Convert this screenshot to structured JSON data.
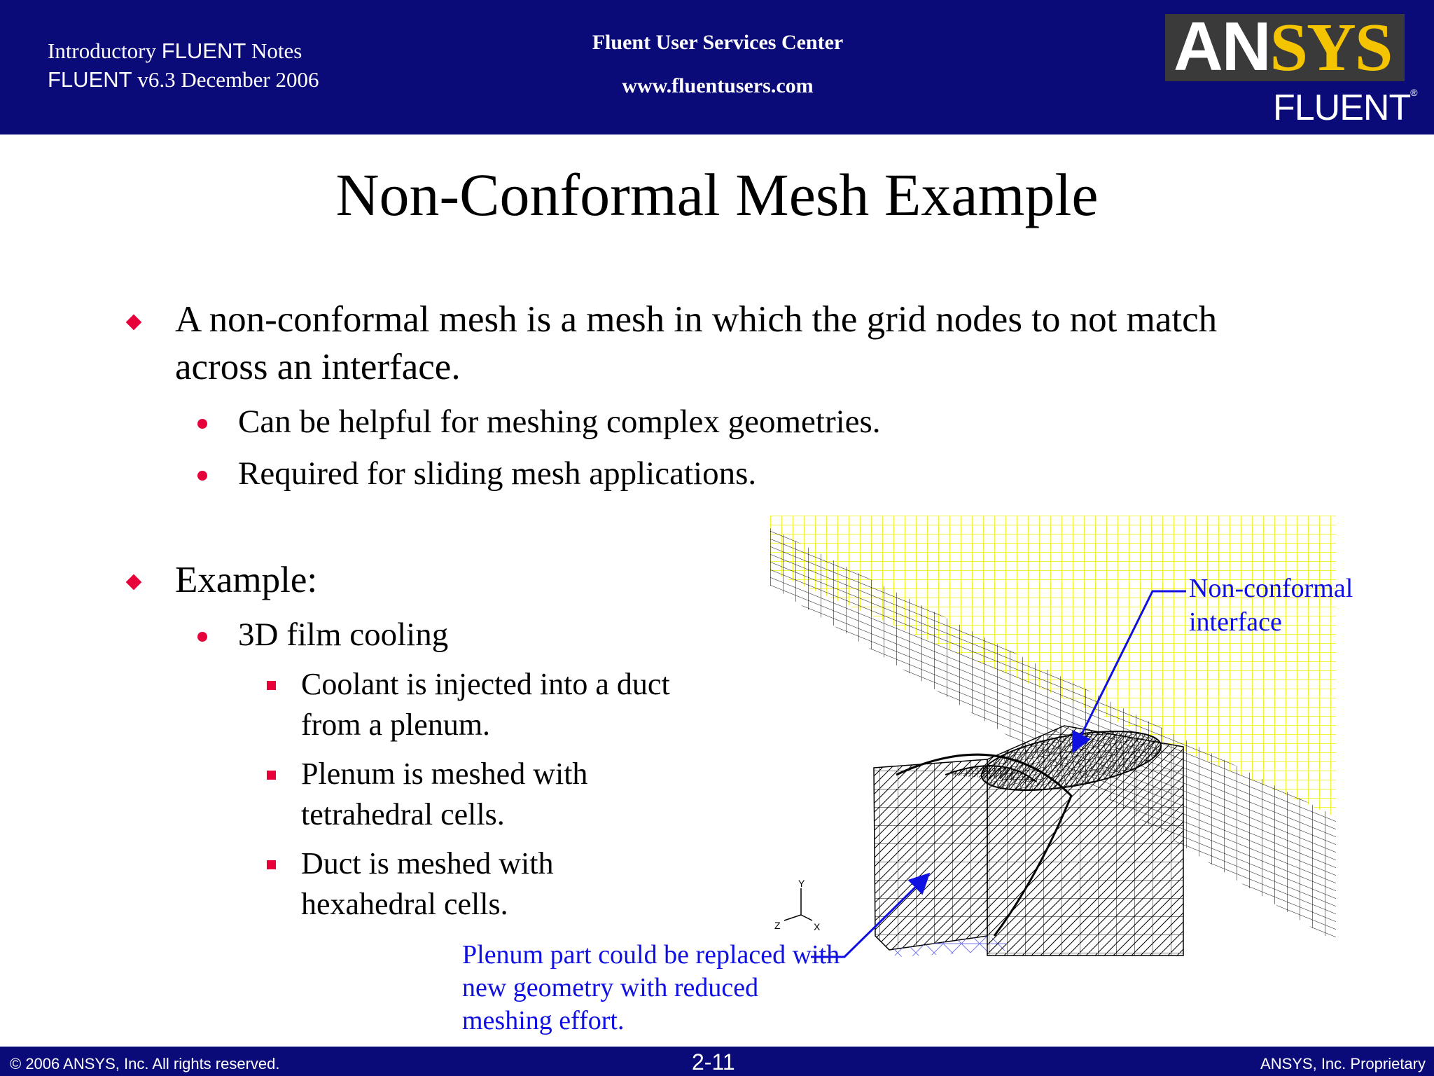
{
  "header": {
    "line1_a": "Introductory ",
    "line1_b": "FLUENT",
    "line1_c": " Notes",
    "line2_a": "FLUENT",
    "line2_b": " v6.3  December 2006",
    "center_title": "Fluent User Services Center",
    "center_url": "www.fluentusers.com",
    "logo_an": "AN",
    "logo_sys": "SYS",
    "logo_sub": "FLUENT",
    "reg_mark": "®"
  },
  "slide": {
    "title": "Non-Conformal Mesh Example",
    "bullets": {
      "b1": "A non-conformal mesh is a mesh in which the grid nodes to not match across an interface.",
      "b1_sub1": "Can be helpful for meshing complex geometries.",
      "b1_sub2": "Required for sliding mesh applications.",
      "b2": "Example:",
      "b2_sub1": "3D film cooling",
      "b2_sub1_a": "Coolant is injected into a duct from a plenum.",
      "b2_sub1_b": "Plenum is meshed with tetrahedral cells.",
      "b2_sub1_c": "Duct is meshed with hexahedral cells."
    },
    "annotations": {
      "interface": "Non-conformal interface",
      "plenum": "Plenum part could be replaced with new geometry with reduced meshing effort."
    },
    "axes": {
      "y": "Y",
      "z": "Z",
      "x": "X"
    }
  },
  "footer": {
    "copyright": "© 2006 ANSYS, Inc.  All rights reserved.",
    "page": "2-11",
    "proprietary": "ANSYS, Inc. Proprietary"
  },
  "colors": {
    "header_bg": "#0a0a78",
    "bullet": "#e8003a",
    "annotation": "#1010e0",
    "logo_yellow": "#f5c400",
    "mesh_yellow": "#f0f000"
  }
}
